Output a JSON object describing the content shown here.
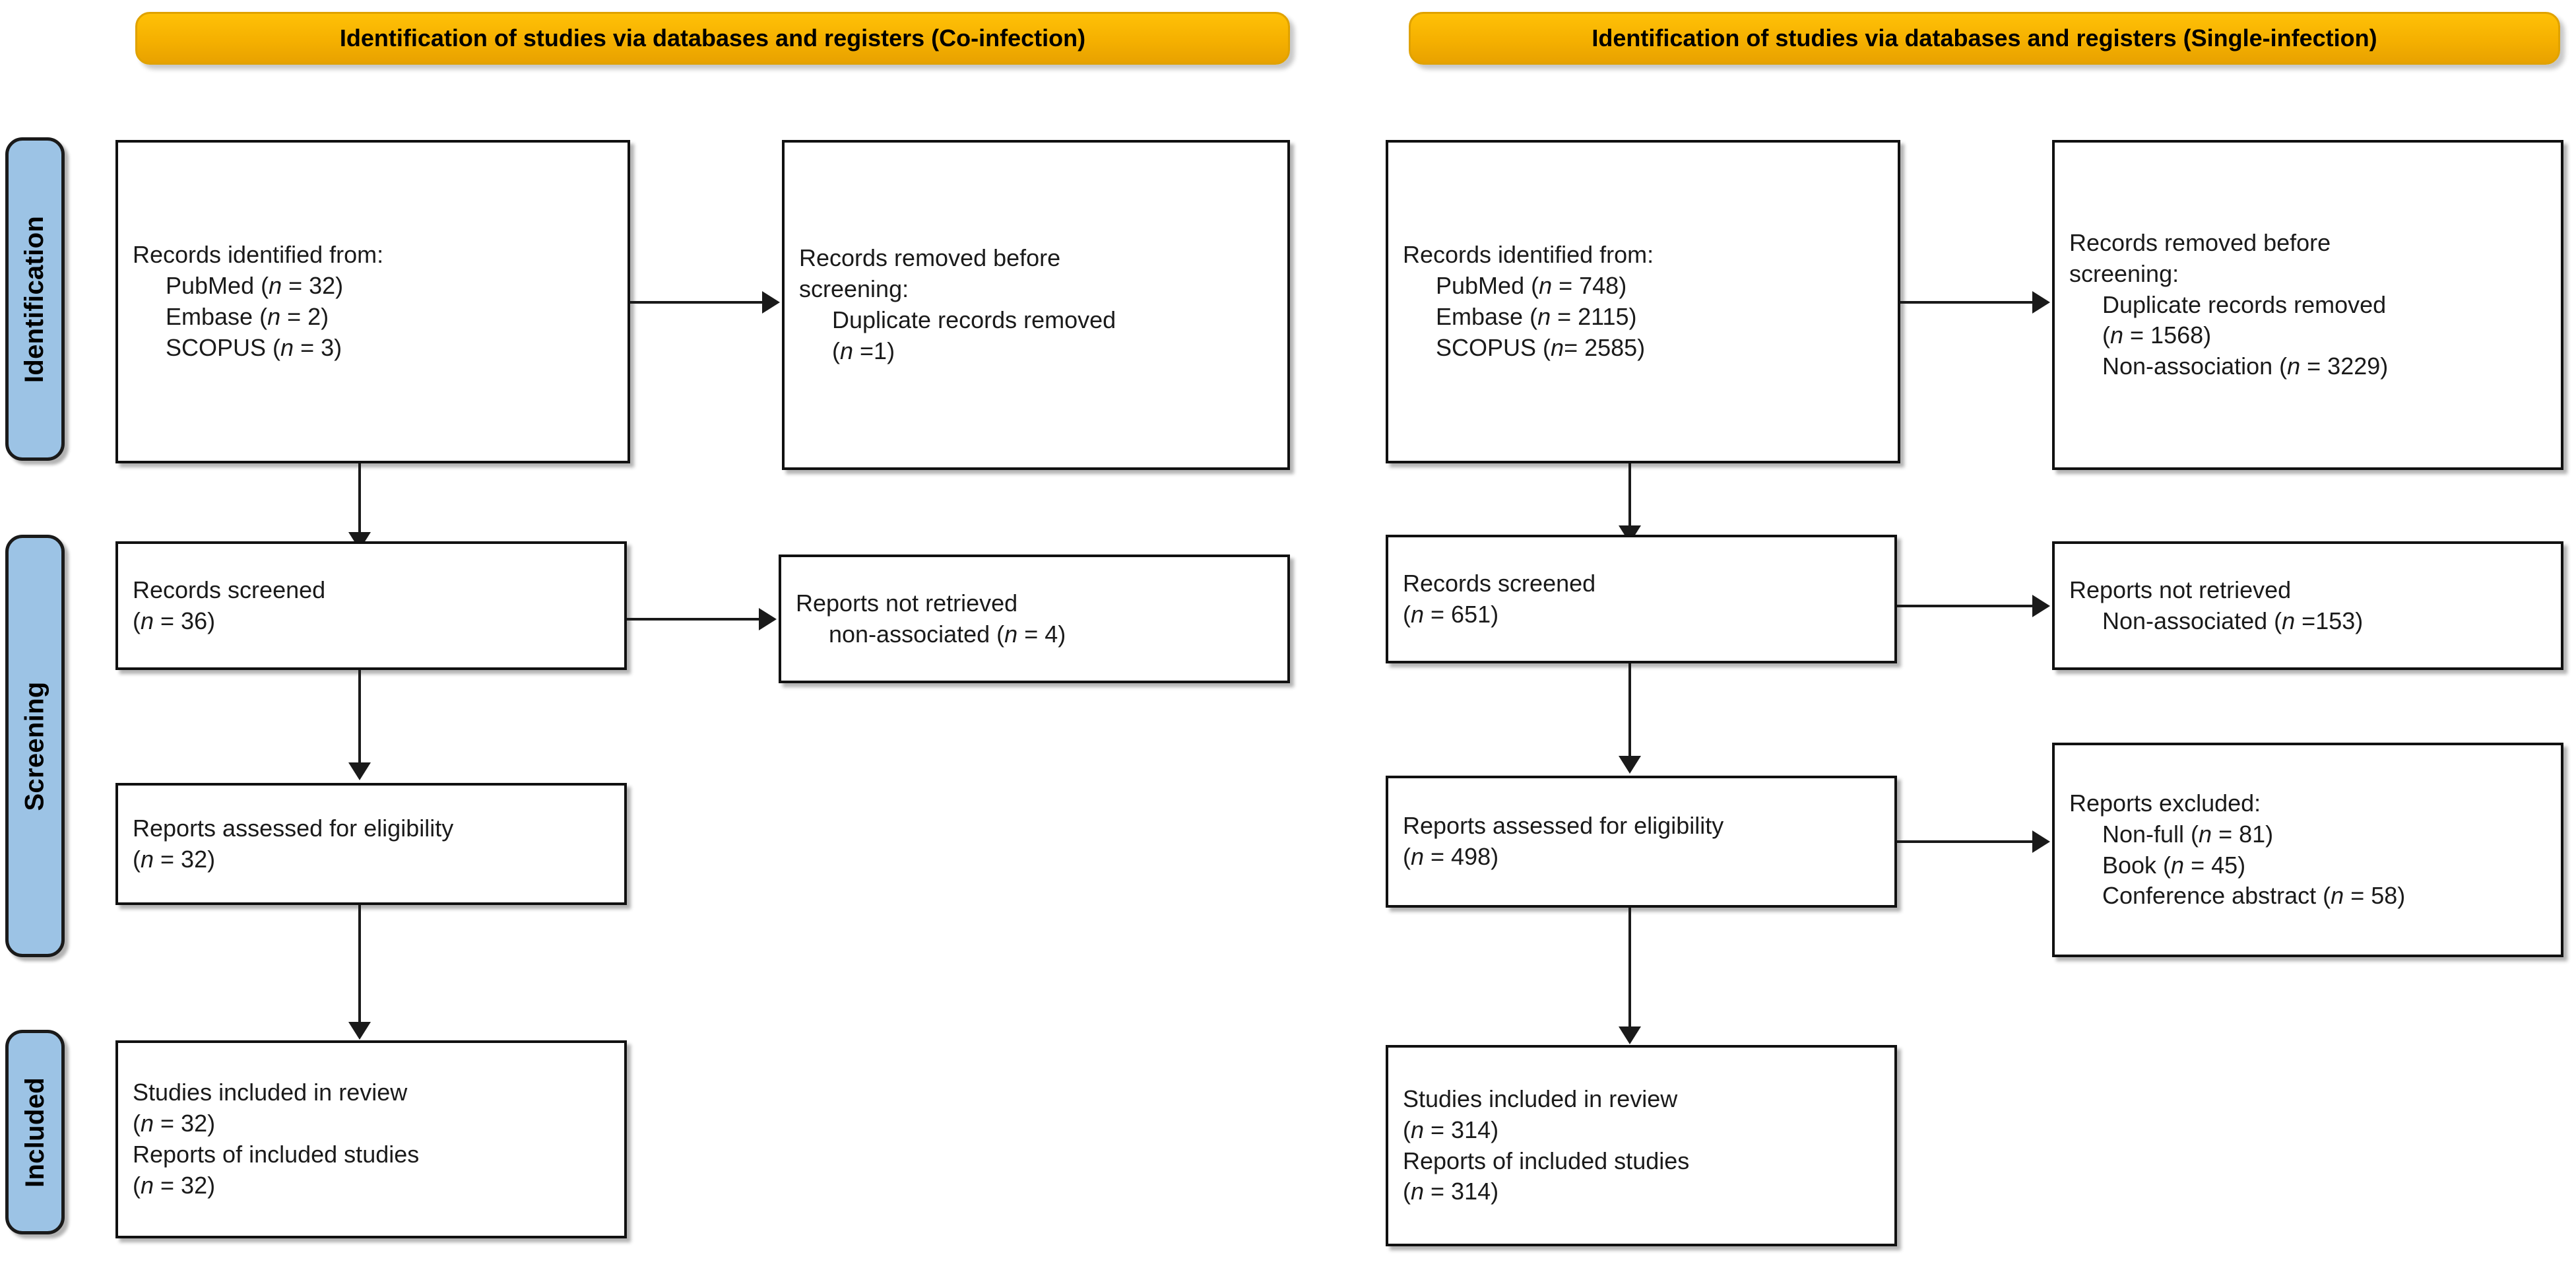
{
  "diagram": {
    "type": "prisma-flow-diagram",
    "panels": [
      {
        "id": "co-infection",
        "banner": "Identification of studies via databases and registers (Co-infection)",
        "boxes": {
          "identified": [
            "Records identified from:",
            "PubMed (n = 32)",
            "Embase (n = 2)",
            "SCOPUS (n = 3)"
          ],
          "removed": [
            "Records removed before",
            "screening:",
            "Duplicate records removed",
            "(n =1)"
          ],
          "screened": [
            "Records screened",
            "(n = 36)"
          ],
          "not_retrieved": [
            "Reports not retrieved",
            "non-associated (n = 4)"
          ],
          "eligibility": [
            "Reports assessed for eligibility",
            "(n = 32)"
          ],
          "included": [
            "Studies included in review",
            "(n = 32)",
            "Reports of included studies",
            "(n = 32)"
          ]
        }
      },
      {
        "id": "single-infection",
        "banner": "Identification of studies via databases and registers (Single-infection)",
        "boxes": {
          "identified": [
            "Records identified from:",
            "PubMed (n = 748)",
            "Embase (n = 2115)",
            "SCOPUS (n= 2585)"
          ],
          "removed": [
            "Records removed before",
            "screening:",
            "Duplicate records removed",
            "(n = 1568)",
            "Non-association (n = 3229)"
          ],
          "screened": [
            "Records screened",
            "(n = 651)"
          ],
          "not_retrieved": [
            "Reports not retrieved",
            "Non-associated (n =153)"
          ],
          "eligibility": [
            "Reports assessed for eligibility",
            "(n = 498)"
          ],
          "excluded": [
            "Reports excluded:",
            "Non-full (n = 81)",
            "Book (n = 45)",
            "Conference abstract (n = 58)"
          ],
          "included": [
            "Studies included in review",
            "(n = 314)",
            "Reports of included studies",
            "(n = 314)"
          ]
        }
      }
    ],
    "phases": [
      {
        "id": "identification",
        "label": "Identification"
      },
      {
        "id": "screening",
        "label": "Screening"
      },
      {
        "id": "included",
        "label": "Included"
      }
    ],
    "colors": {
      "banner_fill": "#F5B000",
      "phase_tab_fill": "#9CC3E5",
      "box_border": "#111111",
      "text": "#1a1a1a"
    }
  }
}
